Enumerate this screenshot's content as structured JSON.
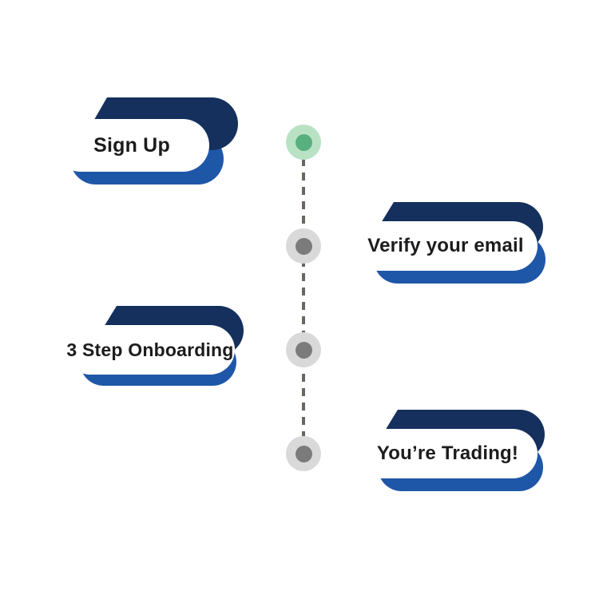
{
  "diagram": {
    "type": "vertical-timeline",
    "steps": [
      {
        "label": "Sign Up",
        "side": "left",
        "node": "active"
      },
      {
        "label": "Verify your email",
        "side": "right",
        "node": "inactive"
      },
      {
        "label": "3 Step Onboarding",
        "side": "left",
        "node": "inactive"
      },
      {
        "label": "You’re Trading!",
        "side": "right",
        "node": "inactive"
      }
    ],
    "colors": {
      "ribbon_navy": "#15305C",
      "ribbon_blue": "#1F57A8",
      "pill_background": "#FFFFFF",
      "label_text": "#1C1C1E",
      "timeline_dash": "#6B6660",
      "node_active_ring": "#B9E2C5",
      "node_active_dot": "#57B07D",
      "node_inactive_ring": "#D9D9D9",
      "node_inactive_dot": "#7B7B7B"
    }
  }
}
